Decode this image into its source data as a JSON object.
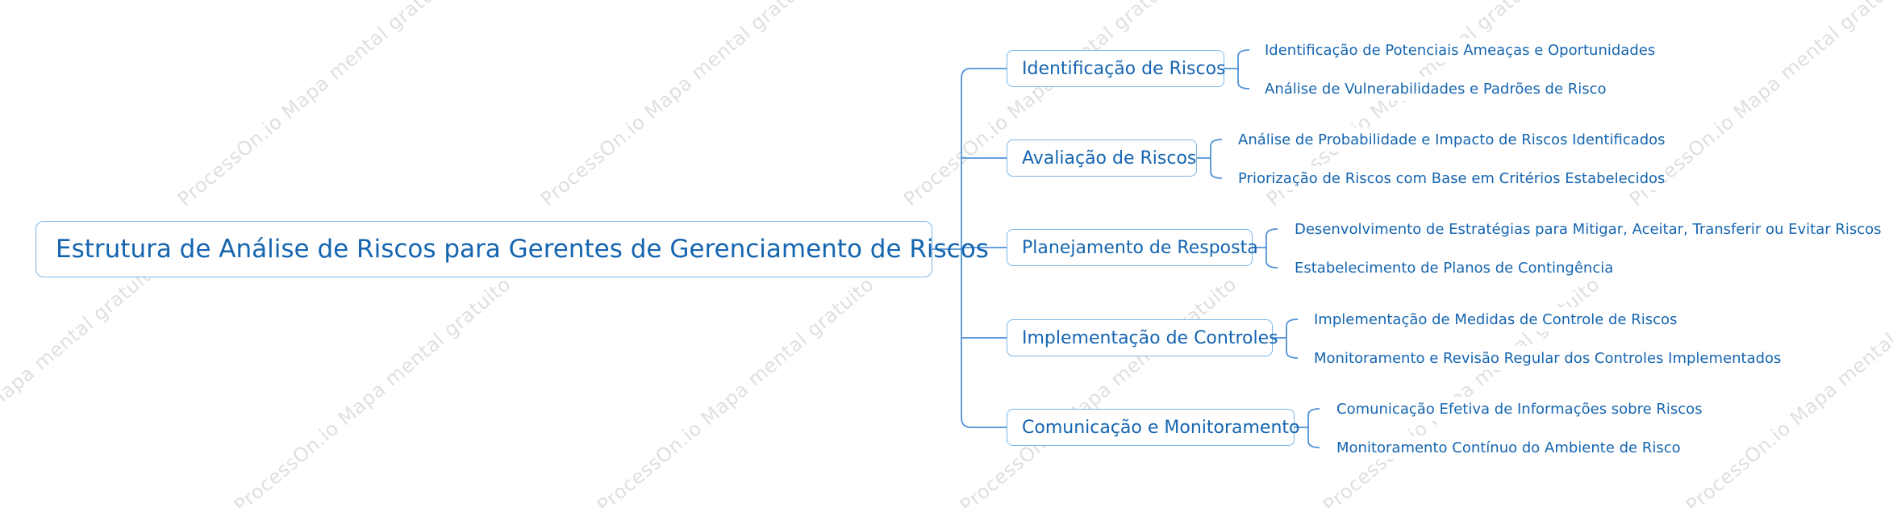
{
  "watermark": "ProcessOn.io Mapa mental gratuito",
  "colors": {
    "text": "#1565b0",
    "border": "#7cb6e6",
    "connector": "#4f93d6",
    "watermark": "#c6c6c6"
  },
  "root": {
    "label": "Estrutura de Análise de Riscos para Gerentes de Gerenciamento de Riscos"
  },
  "branches": [
    {
      "label": "Identificação de Riscos",
      "children": [
        "Identificação de Potenciais Ameaças e Oportunidades",
        "Análise de Vulnerabilidades e Padrões de Risco"
      ]
    },
    {
      "label": "Avaliação de Riscos",
      "children": [
        "Análise de Probabilidade e Impacto de Riscos Identificados",
        "Priorização de Riscos com Base em Critérios Estabelecidos"
      ]
    },
    {
      "label": "Planejamento de Resposta",
      "children": [
        "Desenvolvimento de Estratégias para Mitigar, Aceitar, Transferir ou Evitar Riscos",
        "Estabelecimento de Planos de Contingência"
      ]
    },
    {
      "label": "Implementação de Controles",
      "children": [
        "Implementação de Medidas de Controle de Riscos",
        "Monitoramento e Revisão Regular dos Controles Implementados"
      ]
    },
    {
      "label": "Comunicação e Monitoramento",
      "children": [
        "Comunicação Efetiva de Informações sobre Riscos",
        "Monitoramento Contínuo do Ambiente de Risco"
      ]
    }
  ]
}
